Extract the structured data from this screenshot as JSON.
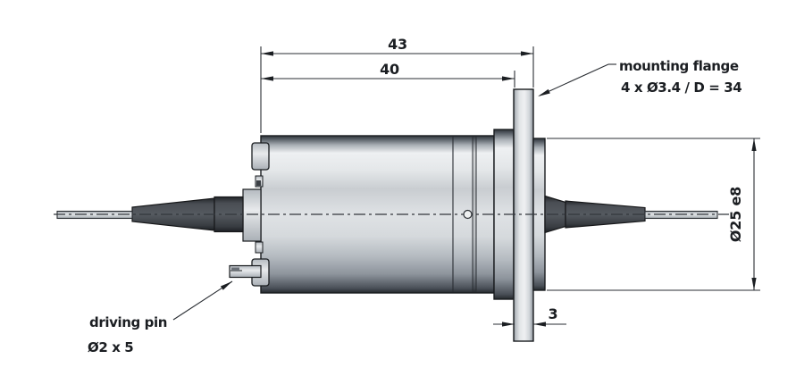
{
  "dimensions": {
    "overall_length": "43",
    "body_length": "40",
    "flange_thickness": "3",
    "shaft_fit": "Ø25 e8"
  },
  "annotations": {
    "mounting_flange": {
      "label": "mounting flange",
      "spec": "4 x Ø3.4 / D = 34"
    },
    "driving_pin": {
      "label": "driving pin",
      "spec": "Ø2 x 5"
    }
  },
  "colors": {
    "outline": "#1a1d20",
    "metal_highlight": "#eef0f2",
    "metal_mid": "#c9cdd1",
    "metal_shadow": "#24282d",
    "boot_dark": "#4a4e54",
    "fiber_gray": "#cdd2d6",
    "background": "#ffffff"
  }
}
